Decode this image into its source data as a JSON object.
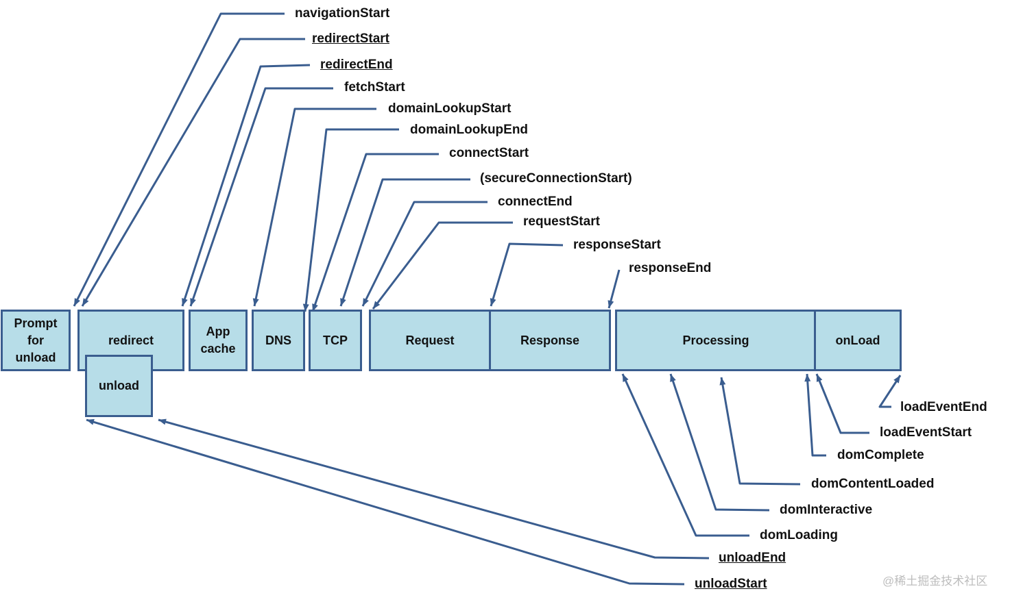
{
  "phases": [
    {
      "id": "prompt-for-unload",
      "text": "Prompt\nfor\nunload"
    },
    {
      "id": "redirect",
      "text": "redirect"
    },
    {
      "id": "app-cache",
      "text": "App\ncache"
    },
    {
      "id": "dns",
      "text": "DNS"
    },
    {
      "id": "tcp",
      "text": "TCP"
    },
    {
      "id": "request",
      "text": "Request"
    },
    {
      "id": "response",
      "text": "Response"
    },
    {
      "id": "processing",
      "text": "Processing"
    },
    {
      "id": "onload",
      "text": "onLoad"
    },
    {
      "id": "unload",
      "text": "unload"
    }
  ],
  "top_labels": [
    {
      "id": "navigationStart",
      "text": "navigationStart",
      "underlined": false
    },
    {
      "id": "redirectStart",
      "text": "redirectStart",
      "underlined": true
    },
    {
      "id": "redirectEnd",
      "text": "redirectEnd",
      "underlined": true
    },
    {
      "id": "fetchStart",
      "text": "fetchStart",
      "underlined": false
    },
    {
      "id": "domainLookupStart",
      "text": "domainLookupStart",
      "underlined": false
    },
    {
      "id": "domainLookupEnd",
      "text": "domainLookupEnd",
      "underlined": false
    },
    {
      "id": "connectStart",
      "text": "connectStart",
      "underlined": false
    },
    {
      "id": "secureConnectionStart",
      "text": "(secureConnectionStart)",
      "underlined": false
    },
    {
      "id": "connectEnd",
      "text": "connectEnd",
      "underlined": false
    },
    {
      "id": "requestStart",
      "text": "requestStart",
      "underlined": false
    },
    {
      "id": "responseStart",
      "text": "responseStart",
      "underlined": false
    },
    {
      "id": "responseEnd",
      "text": "responseEnd",
      "underlined": false
    }
  ],
  "bottom_labels": [
    {
      "id": "loadEventEnd",
      "text": "loadEventEnd",
      "underlined": false
    },
    {
      "id": "loadEventStart",
      "text": "loadEventStart",
      "underlined": false
    },
    {
      "id": "domComplete",
      "text": "domComplete",
      "underlined": false
    },
    {
      "id": "domContentLoaded",
      "text": "domContentLoaded",
      "underlined": false
    },
    {
      "id": "domInteractive",
      "text": "domInteractive",
      "underlined": false
    },
    {
      "id": "domLoading",
      "text": "domLoading",
      "underlined": false
    },
    {
      "id": "unloadEnd",
      "text": "unloadEnd",
      "underlined": true
    },
    {
      "id": "unloadStart",
      "text": "unloadStart",
      "underlined": true
    }
  ],
  "watermark": "@稀土掘金技术社区",
  "colors": {
    "box_fill": "#b7dde8",
    "box_border": "#3a5d8f",
    "line": "#3a5d8f"
  }
}
